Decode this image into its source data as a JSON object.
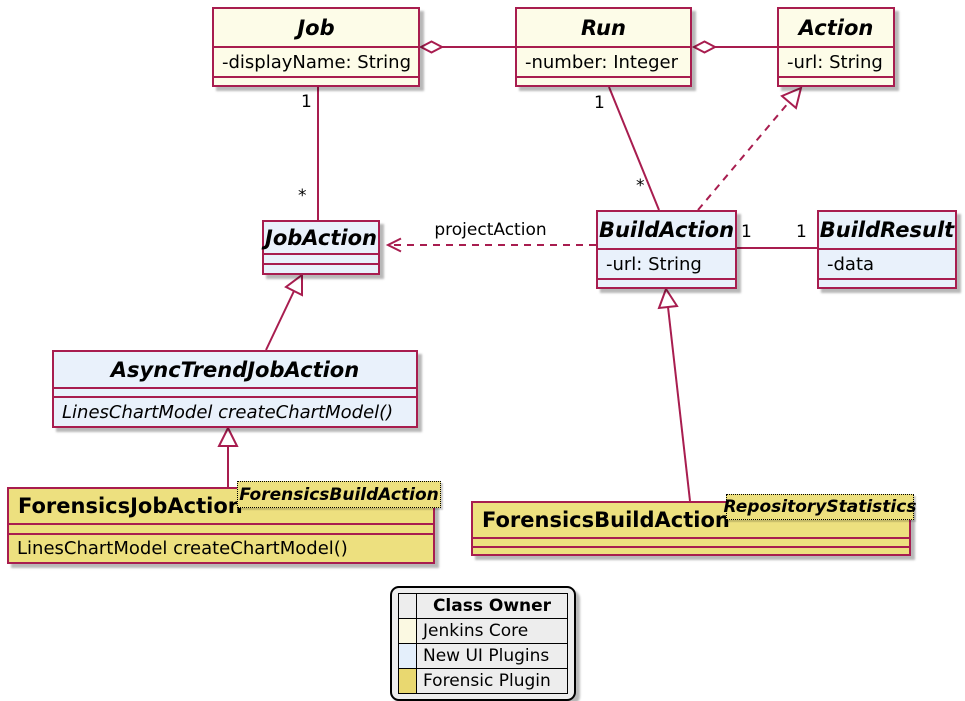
{
  "classes": {
    "job": {
      "name": "Job",
      "attr": "-displayName: String"
    },
    "run": {
      "name": "Run",
      "attr": "-number: Integer"
    },
    "action": {
      "name": "Action",
      "attr": "-url: String"
    },
    "jobaction": {
      "name": "JobAction"
    },
    "buildaction": {
      "name": "BuildAction",
      "attr": "-url: String"
    },
    "buildresult": {
      "name": "BuildResult",
      "attr": "-data"
    },
    "asynctrend": {
      "name": "AsyncTrendJobAction",
      "method": "LinesChartModel createChartModel()"
    },
    "forensicsjob": {
      "name": "ForensicsJobAction",
      "generic": "ForensicsBuildAction",
      "method": "LinesChartModel createChartModel()"
    },
    "forensicsbuild": {
      "name": "ForensicsBuildAction",
      "generic": "RepositoryStatistics"
    }
  },
  "relations": {
    "job_jobaction": {
      "near": "1",
      "far": "*"
    },
    "run_buildaction": {
      "near": "1",
      "far": "*"
    },
    "buildaction_buildresult": {
      "near": "1",
      "far": "1"
    },
    "dependency_label": "projectAction"
  },
  "legend": {
    "title": "Class Owner",
    "rows": [
      {
        "label": "Jenkins Core",
        "color": "#FBF9E2"
      },
      {
        "label": "New UI Plugins",
        "color": "#E4EFFB"
      },
      {
        "label": "Forensic Plugin",
        "color": "#E9D870"
      }
    ]
  },
  "colors": {
    "border": "#A81D4F",
    "jenkins_core": "#FDFCE8",
    "new_ui_plugins": "#E9F1FB",
    "forensic_plugin": "#EDE07F"
  }
}
